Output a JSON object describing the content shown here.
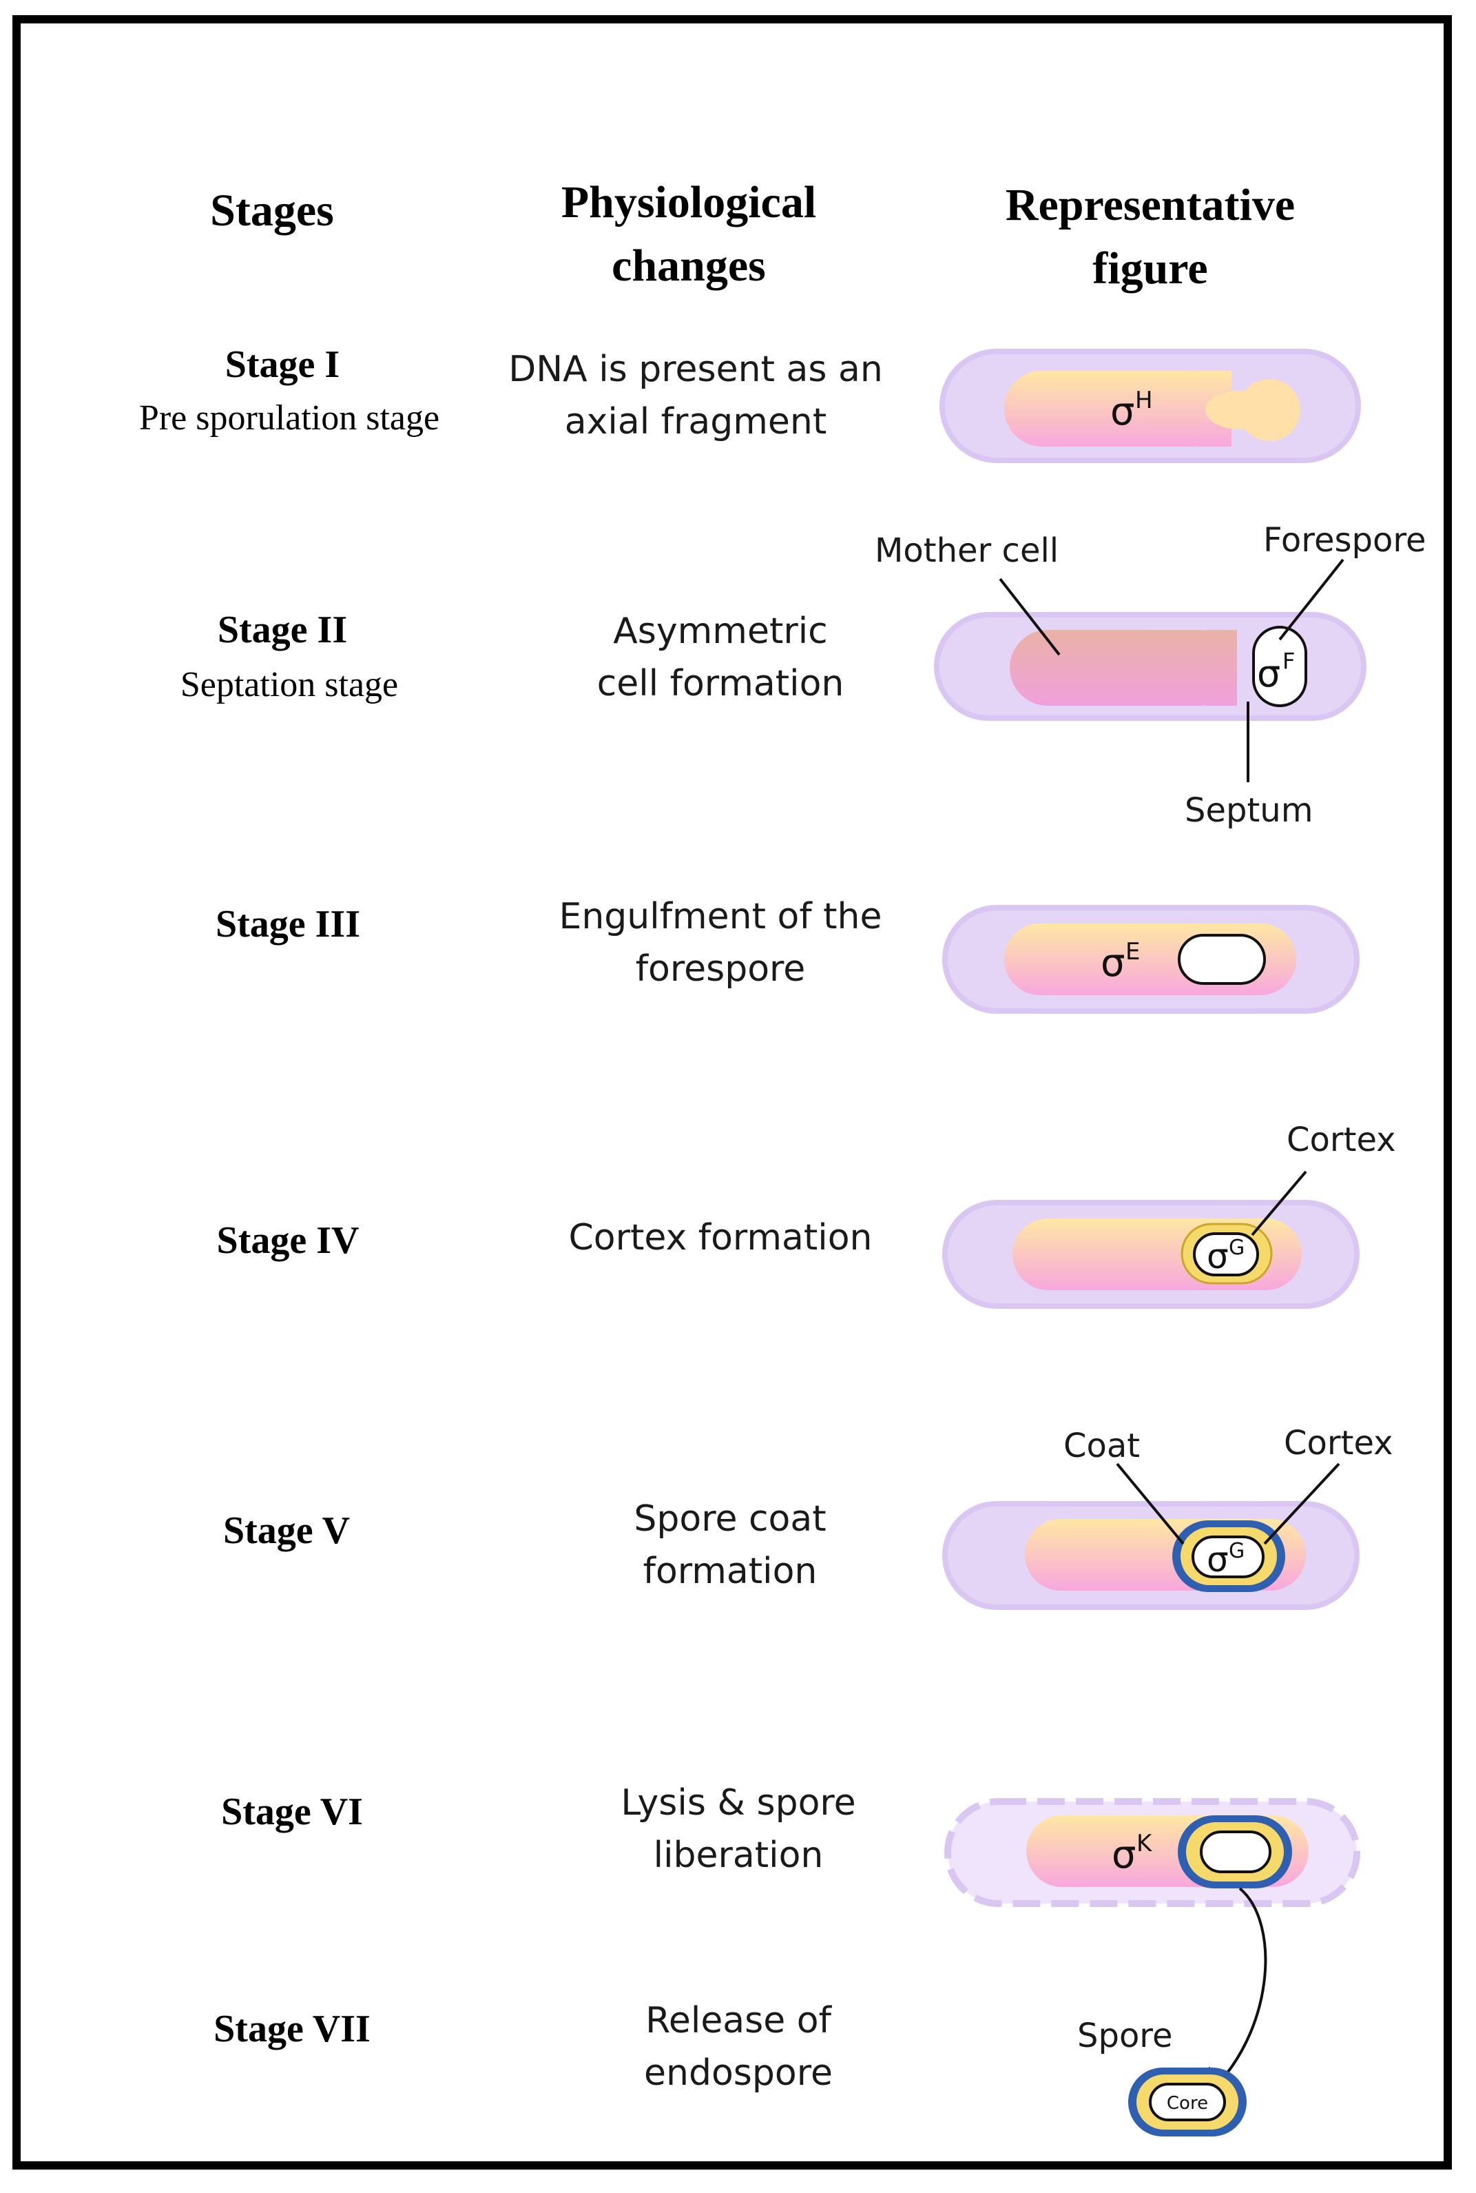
{
  "headers": {
    "stages": "Stages",
    "changes_line1": "Physiological",
    "changes_line2": "changes",
    "figure_line1": "Representative",
    "figure_line2": "figure"
  },
  "stages": [
    {
      "title": "Stage I",
      "subtitle": "Pre sporulation stage",
      "change_line1": "DNA is present as an",
      "change_line2": "axial fragment"
    },
    {
      "title": "Stage II",
      "subtitle": "Septation stage",
      "change_line1": "Asymmetric",
      "change_line2": "cell formation"
    },
    {
      "title": "Stage III",
      "subtitle": "",
      "change_line1": "Engulfment of the",
      "change_line2": "forespore"
    },
    {
      "title": "Stage IV",
      "subtitle": "",
      "change_line1": "Cortex formation",
      "change_line2": ""
    },
    {
      "title": "Stage V",
      "subtitle": "",
      "change_line1": "Spore coat",
      "change_line2": "formation"
    },
    {
      "title": "Stage VI",
      "subtitle": "",
      "change_line1": "Lysis &  spore",
      "change_line2": "liberation"
    },
    {
      "title": "Stage VII",
      "subtitle": "",
      "change_line1": "Release of",
      "change_line2": "endospore"
    }
  ],
  "figure_labels": {
    "sigma": "σ",
    "sigma_h": "H",
    "sigma_f": "F",
    "sigma_e": "E",
    "sigma_g": "G",
    "sigma_k": "K",
    "mother_cell": "Mother cell",
    "forespore": "Forespore",
    "septum": "Septum",
    "cortex": "Cortex",
    "coat": "Coat",
    "spore": "Spore",
    "core": "Core"
  },
  "colors": {
    "cell_outer": "#e4d5f7",
    "cell_outer_stroke": "#d9c6f2",
    "cytoplasm_yellow": "#ffe7a3",
    "cytoplasm_pink": "#f7a8dd",
    "cortex_yellow": "#f5d96b",
    "coat_blue": "#2f5fb0"
  }
}
